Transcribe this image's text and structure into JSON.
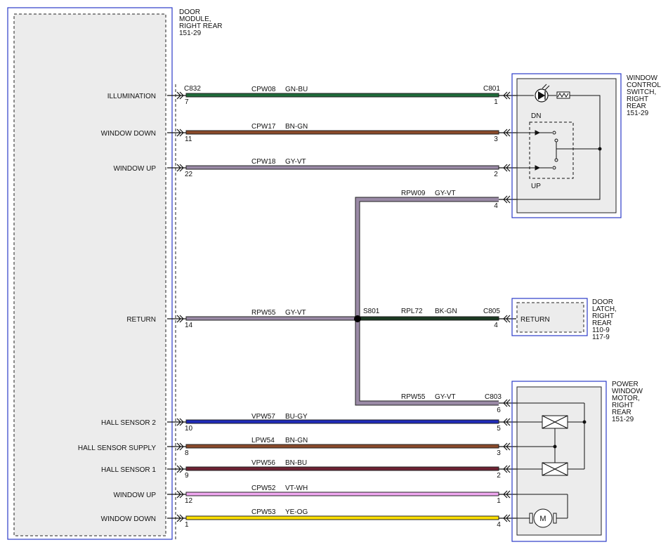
{
  "door_module": {
    "name_lines": [
      "DOOR",
      "MODULE,",
      "RIGHT REAR",
      "151-29"
    ],
    "connector": "C832",
    "pins": [
      {
        "signal": "ILLUMINATION",
        "pin": "7"
      },
      {
        "signal": "WINDOW DOWN",
        "pin": "11"
      },
      {
        "signal": "WINDOW UP",
        "pin": "22"
      },
      {
        "signal": "RETURN",
        "pin": "14"
      },
      {
        "signal": "HALL SENSOR 2",
        "pin": "10"
      },
      {
        "signal": "HALL SENSOR SUPPLY",
        "pin": "8"
      },
      {
        "signal": "HALL SENSOR 1",
        "pin": "9"
      },
      {
        "signal": "WINDOW UP",
        "pin": "12"
      },
      {
        "signal": "WINDOW DOWN",
        "pin": "1"
      }
    ]
  },
  "wires": [
    {
      "circuit": "CPW08",
      "color": "GN-BU",
      "hex": "#1f6b3a",
      "far_pin": "1"
    },
    {
      "circuit": "CPW17",
      "color": "BN-GN",
      "hex": "#8a4a2a",
      "far_pin": "3"
    },
    {
      "circuit": "CPW18",
      "color": "GY-VT",
      "hex": "#9a8aa6",
      "far_pin": "2"
    },
    {
      "circuit": "RPW09",
      "color": "GY-VT",
      "hex": "#9a8aa6",
      "far_pin": "4"
    },
    {
      "circuit": "RPW55",
      "color": "GY-VT",
      "hex": "#9a8aa6"
    },
    {
      "circuit": "RPL72",
      "color": "BK-GN",
      "hex": "#1b3a22",
      "far_pin": "4"
    },
    {
      "circuit": "RPW55",
      "color": "GY-VT",
      "hex": "#9a8aa6",
      "far_pin": "6"
    },
    {
      "circuit": "VPW57",
      "color": "BU-GY",
      "hex": "#1f2bb8",
      "far_pin": "5"
    },
    {
      "circuit": "LPW54",
      "color": "BN-GN",
      "hex": "#8a4a2a",
      "far_pin": "3"
    },
    {
      "circuit": "VPW56",
      "color": "BN-BU",
      "hex": "#6e2233",
      "far_pin": "2"
    },
    {
      "circuit": "CPW52",
      "color": "VT-WH",
      "hex": "#f0a8f0",
      "far_pin": "1"
    },
    {
      "circuit": "CPW53",
      "color": "YE-OG",
      "hex": "#ffe000",
      "far_pin": "4"
    }
  ],
  "splice": {
    "label": "S801"
  },
  "switch": {
    "connector": "C801",
    "name_lines": [
      "WINDOW",
      "CONTROL",
      "SWITCH,",
      "RIGHT",
      "REAR",
      "151-29"
    ],
    "dn_label": "DN",
    "up_label": "UP"
  },
  "latch": {
    "connector": "C805",
    "name_lines": [
      "DOOR",
      "LATCH,",
      "RIGHT",
      "REAR",
      "110-9",
      "117-9"
    ],
    "return_label": "RETURN"
  },
  "motor": {
    "connector": "C803",
    "name_lines": [
      "POWER",
      "WINDOW",
      "MOTOR,",
      "RIGHT",
      "REAR",
      "151-29"
    ],
    "motor_symbol": "M"
  }
}
